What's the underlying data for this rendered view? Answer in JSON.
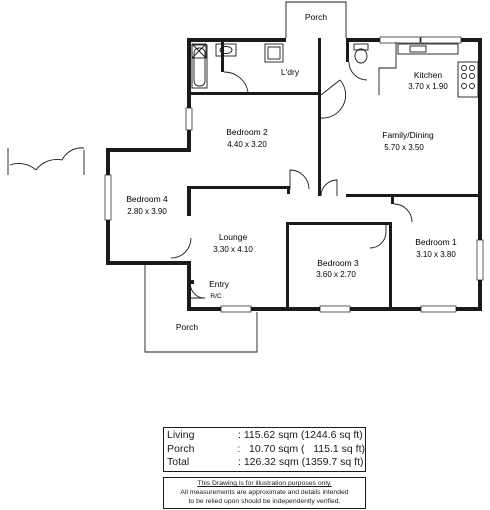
{
  "rooms": {
    "porch_top": {
      "name": "Porch"
    },
    "laundry": {
      "name": "L'dry"
    },
    "kitchen": {
      "name": "Kitchen",
      "dims": "3.70 x 1.90"
    },
    "bedroom2": {
      "name": "Bedroom 2",
      "dims": "4.40 x 3.20"
    },
    "family": {
      "name": "Family/Dining",
      "dims": "5.70 x 3.50"
    },
    "bedroom4": {
      "name": "Bedroom 4",
      "dims": "2.80 x 3.90"
    },
    "lounge": {
      "name": "Lounge",
      "dims": "3.30 x 4.10"
    },
    "bedroom3": {
      "name": "Bedroom 3",
      "dims": "3.60 x 2.70"
    },
    "bedroom1": {
      "name": "Bedroom 1",
      "dims": "3.10 x 3.80"
    },
    "entry": {
      "name": "Entry",
      "note": "R/C"
    },
    "porch_bottom": {
      "name": "Porch"
    }
  },
  "areas": [
    {
      "label": "Living",
      "value": ": 115.62 sqm (1244.6 sq ft)"
    },
    {
      "label": "Porch",
      "value": ":   10.70 sqm (   115.1 sq ft)"
    },
    {
      "label": "Total",
      "value": ": 126.32 sqm (1359.7 sq ft)"
    }
  ],
  "disclaimer": {
    "line1": "This Drawing is for illustration purposes only.",
    "line2": "All measurements are approximate and details intended",
    "line3": "to be relied upon should be independently verified."
  },
  "icons": [
    "bathtub-icon",
    "toilet-icon",
    "sink-icon",
    "stove-icon",
    "door-swing-icon"
  ]
}
